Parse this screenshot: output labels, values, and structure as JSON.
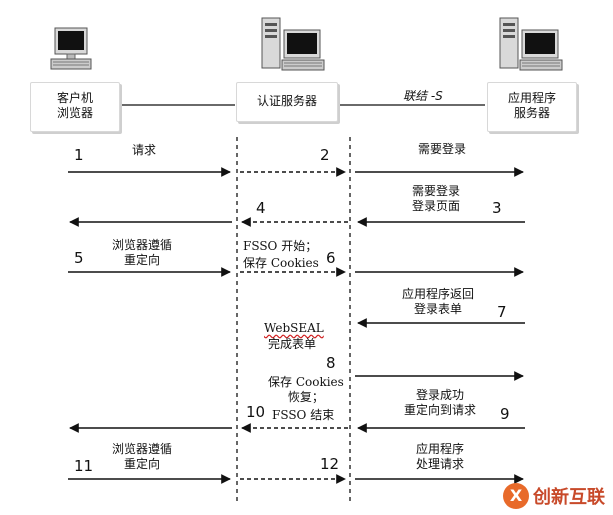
{
  "actors": {
    "browser": "客户机\n浏览器",
    "auth": "认证服务器",
    "app": "应用程序\n服务器"
  },
  "link_label": "联结 -S",
  "steps": {
    "s1": {
      "num": "1",
      "label": "请求"
    },
    "s2": {
      "num": "2",
      "label": "需要登录"
    },
    "s3": {
      "num": "3",
      "label": "需要登录\n登录页面"
    },
    "s4": {
      "num": "4"
    },
    "s5": {
      "num": "5",
      "label": "浏览器遵循\n重定向"
    },
    "s6": {
      "num": "6",
      "label": "FSSO 开始；\n保存 Cookies"
    },
    "s7": {
      "num": "7",
      "label": "应用程序返回\n登录表单"
    },
    "s8": {
      "num": "8",
      "label_a": "WebSEAL",
      "label_b": "完成表单",
      "label_c": "保存 Cookies\n恢复；"
    },
    "s9": {
      "num": "9",
      "label": "登录成功\n重定向到请求"
    },
    "s10": {
      "num": "10",
      "label": "FSSO 结束"
    },
    "s11": {
      "num": "11",
      "label": "浏览器遵循\n重定向"
    },
    "s12": {
      "num": "12",
      "label": "应用程序\n处理请求"
    }
  },
  "watermark": "创新互联",
  "watermark_icon": "X"
}
